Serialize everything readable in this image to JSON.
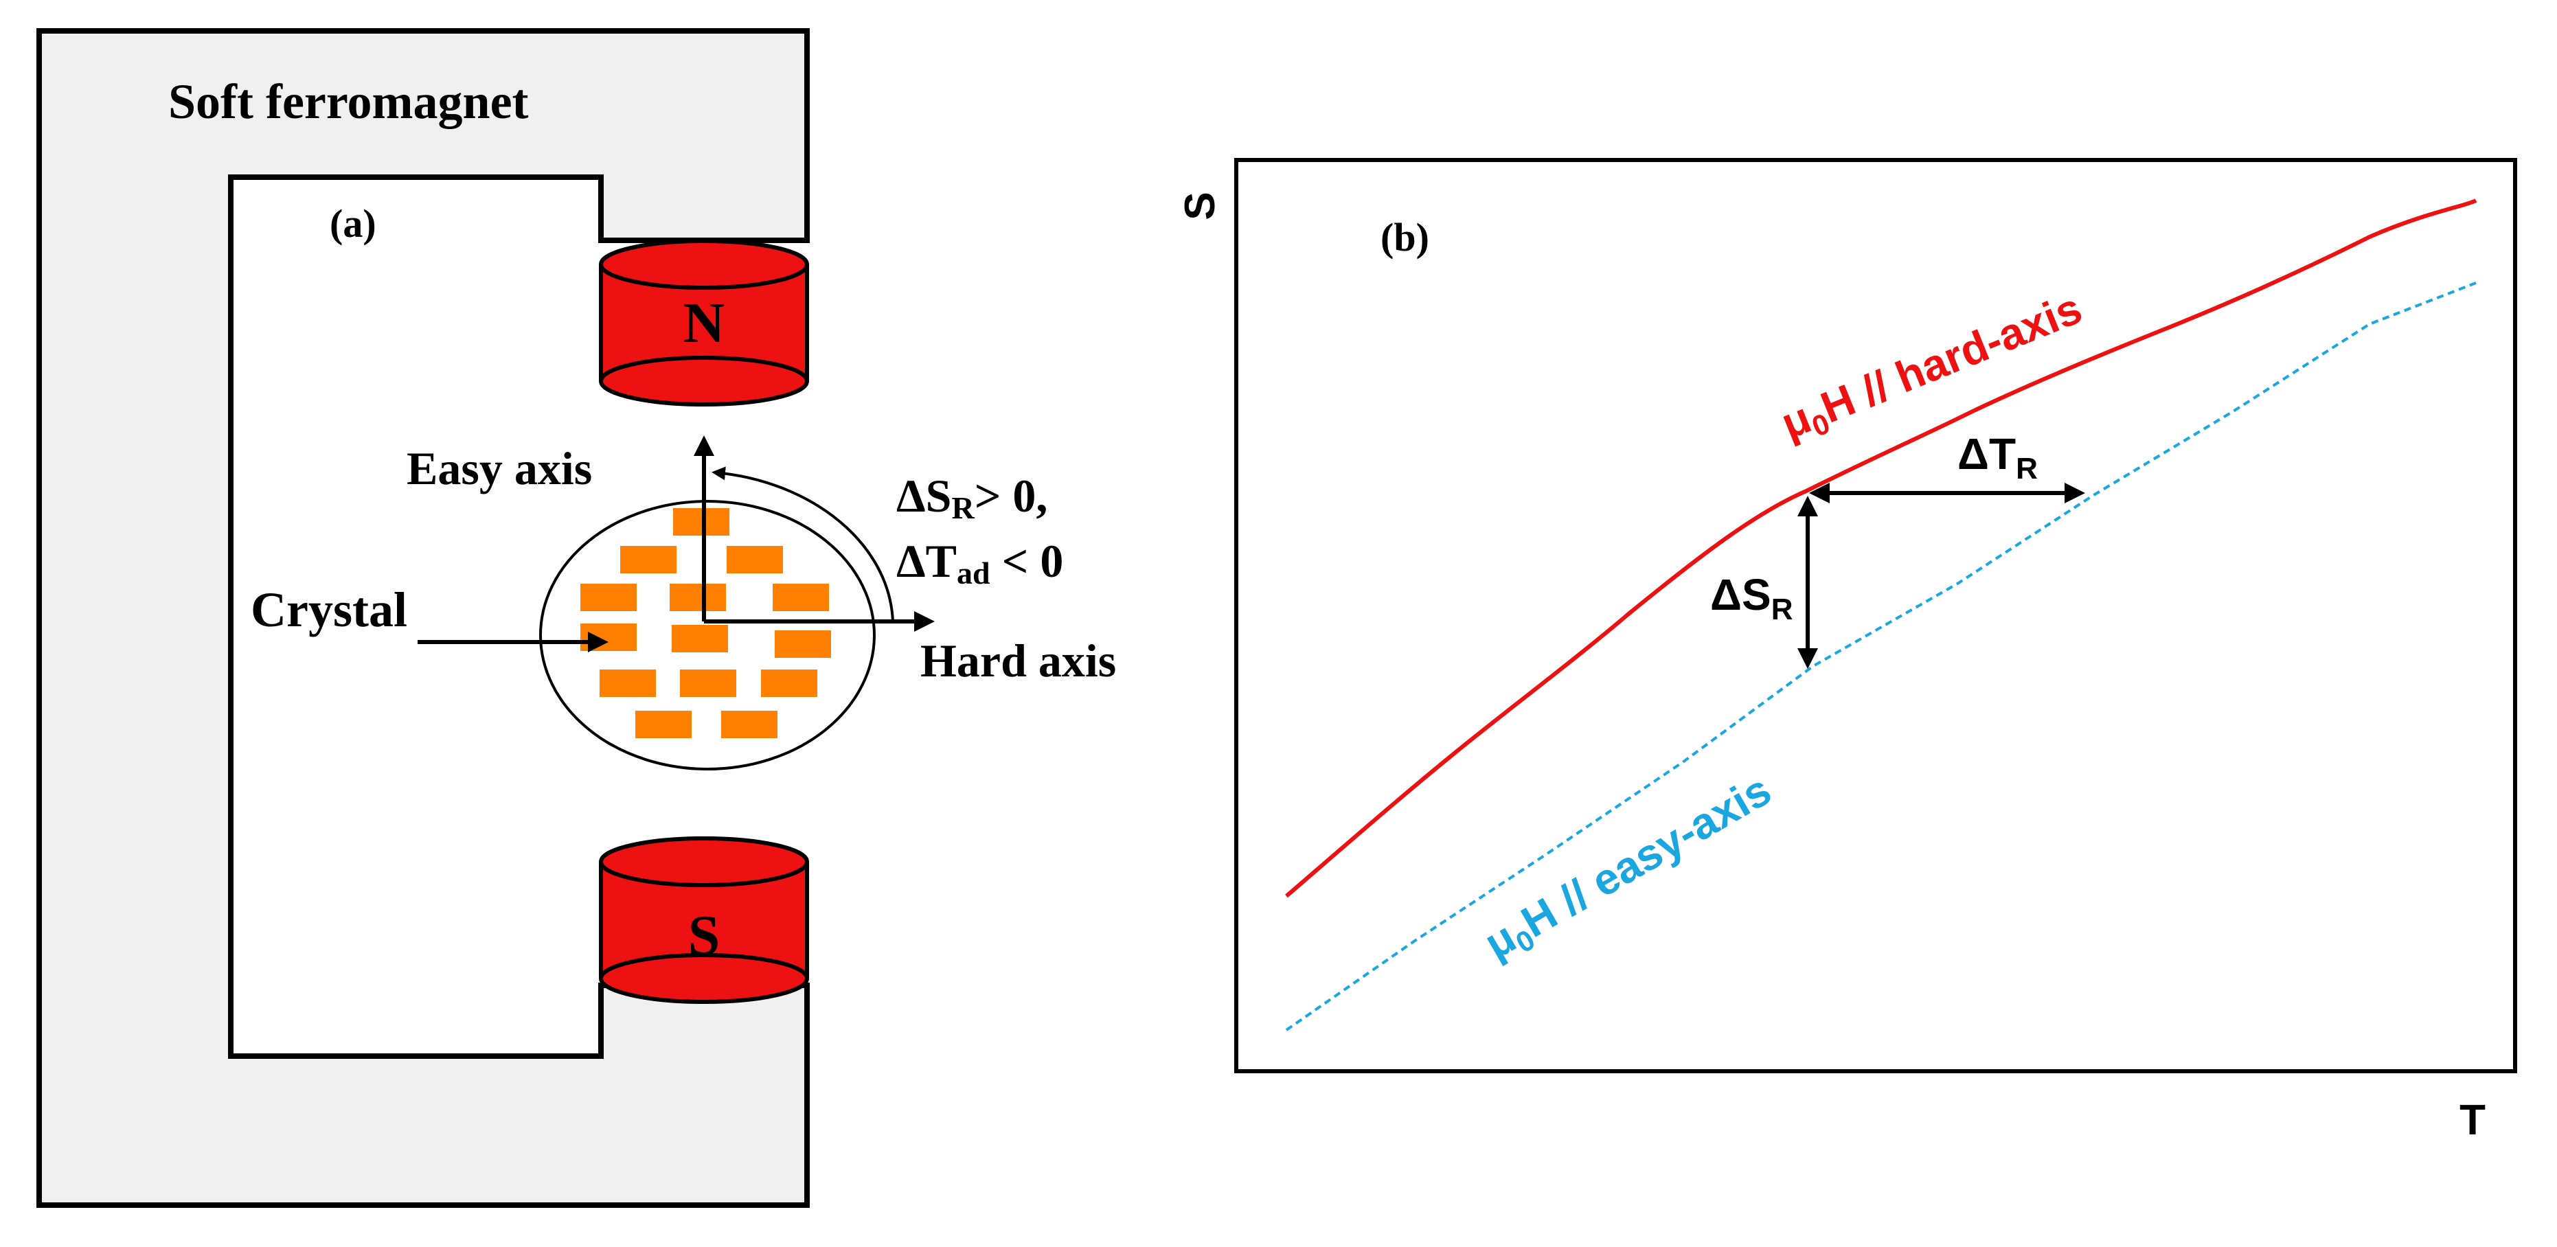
{
  "colors": {
    "frame_fill": "#f0f0f0",
    "magnet_red": "#ee1111",
    "domain_orange": "#ff8000",
    "hard_curve": "#ee1111",
    "easy_curve": "#1aa7e0",
    "ink": "#000000"
  },
  "panel_a": {
    "tag": "(a)",
    "frame_label": "Soft ferromagnet",
    "north_label": "N",
    "south_label": "S",
    "easy_axis_label": "Easy axis",
    "hard_axis_label": "Hard axis",
    "crystal_label": "Crystal",
    "entropy_symbol": "ΔS",
    "entropy_sub": "R",
    "entropy_rel": "> 0,",
    "temp_symbol": "ΔT",
    "temp_sub": "ad",
    "temp_rel": " < 0"
  },
  "panel_b": {
    "tag": "(b)",
    "y_axis_label": "S",
    "x_axis_label": "T",
    "hard_label_pre": "μ",
    "hard_label_sub": "0",
    "hard_label_post": "H // hard-axis",
    "easy_label_pre": "μ",
    "easy_label_sub": "0",
    "easy_label_post": "H // easy-axis",
    "delta_s_symbol": "ΔS",
    "delta_s_sub": "R",
    "delta_t_symbol": "ΔT",
    "delta_t_sub": "R"
  }
}
